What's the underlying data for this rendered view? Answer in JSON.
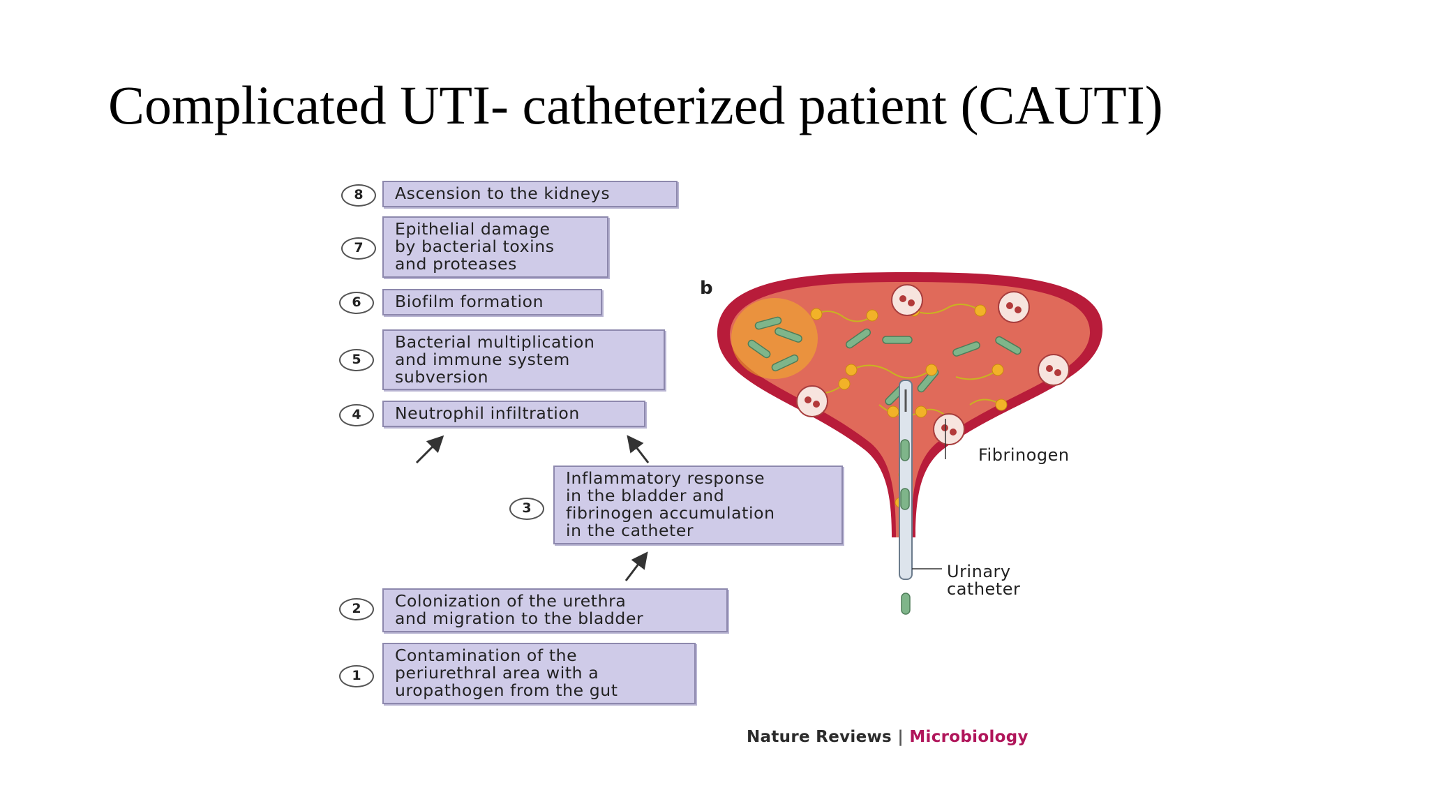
{
  "title": "Complicated UTI- catheterized patient (CAUTI)",
  "steps": [
    {
      "num": "8",
      "text": "Ascension to the kidneys"
    },
    {
      "num": "7",
      "text": "Epithelial damage\nby bacterial toxins\nand proteases"
    },
    {
      "num": "6",
      "text": "Biofilm formation"
    },
    {
      "num": "5",
      "text": "Bacterial multiplication\nand immune system\nsubversion"
    },
    {
      "num": "4",
      "text": "Neutrophil infiltration"
    },
    {
      "num": "3",
      "text": "Inflammatory response\nin the bladder and\nfibrinogen accumulation\nin the catheter"
    },
    {
      "num": "2",
      "text": "Colonization of the urethra\nand migration to the bladder"
    },
    {
      "num": "1",
      "text": "Contamination of the\nperiurethral area with a\nuropathogen from the gut"
    }
  ],
  "panel_label": "b",
  "labels": {
    "fibrinogen": "Fibrinogen",
    "catheter": "Urinary\ncatheter"
  },
  "credit": {
    "journal": "Nature Reviews",
    "separator": "|",
    "section": "Microbiology"
  },
  "colors": {
    "box_fill": "#cfcbe8",
    "bladder_wall": "#b81c3a",
    "bladder_lumen": "#e06a5a",
    "bacteria": "#7fb58a",
    "fibrinogen": "#f2b228",
    "accent": "#b0155a"
  }
}
